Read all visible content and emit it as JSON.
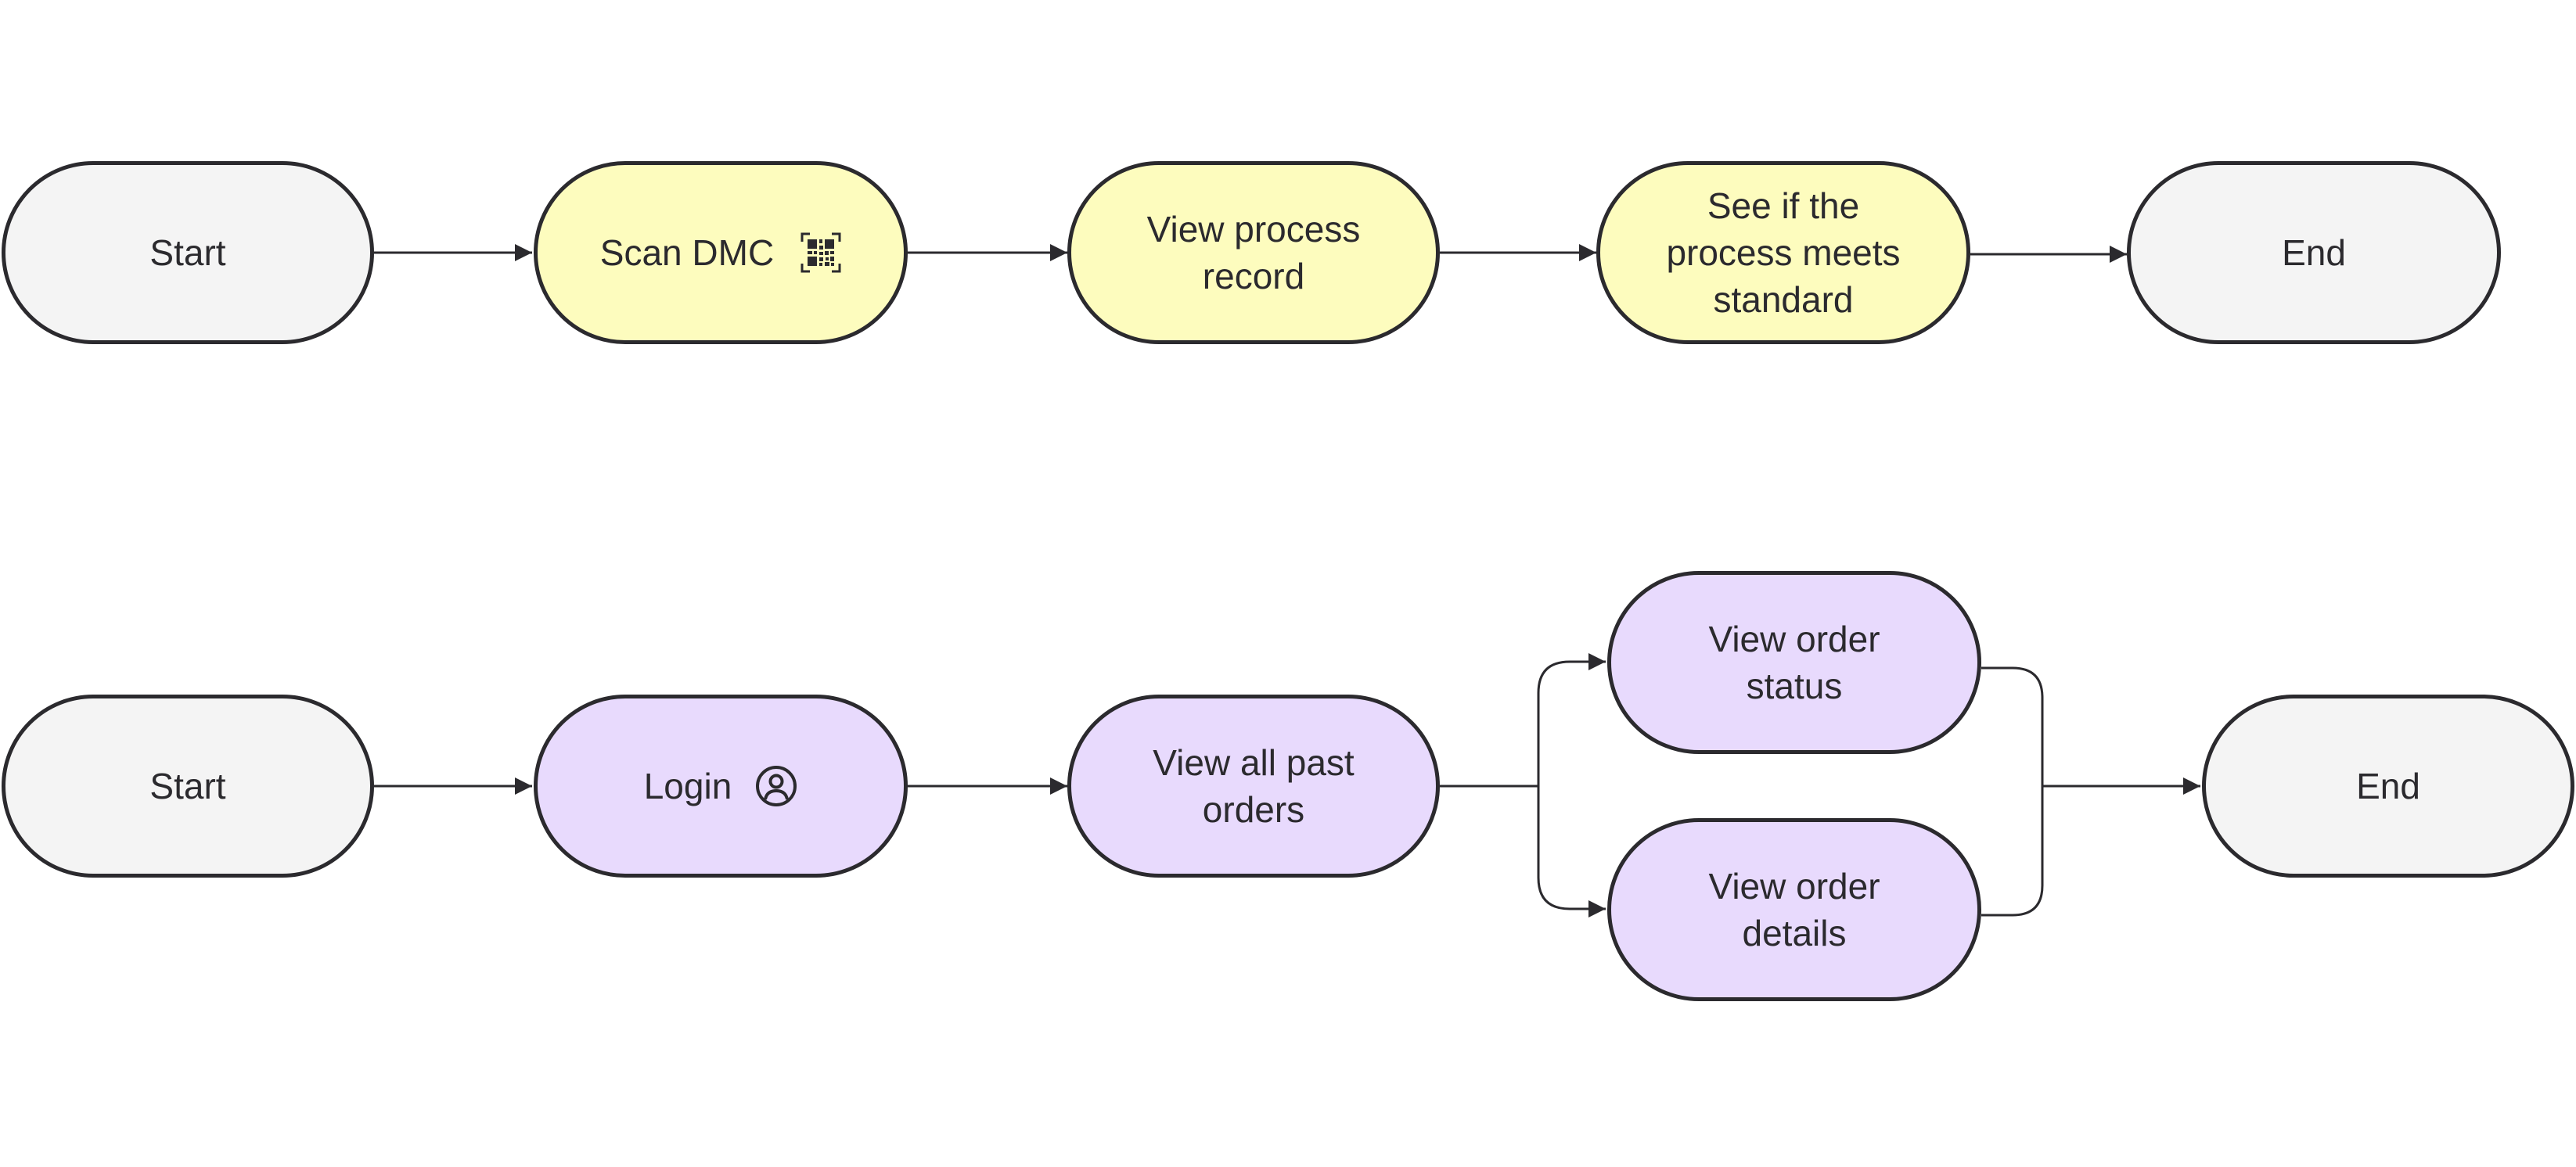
{
  "flows": [
    {
      "name": "",
      "nodes": [
        {
          "id": "start",
          "label": "Start",
          "kind": "terminal"
        },
        {
          "id": "scan-dmc",
          "label": "Scan DMC",
          "kind": "step",
          "icon": "qr-code-icon"
        },
        {
          "id": "view-process-record",
          "label": "View process\nrecord",
          "kind": "step"
        },
        {
          "id": "check-standard",
          "label": "See if the\nprocess meets\nstandard",
          "kind": "step"
        },
        {
          "id": "end",
          "label": "End",
          "kind": "terminal"
        }
      ]
    },
    {
      "name": "",
      "nodes": [
        {
          "id": "start",
          "label": "Start",
          "kind": "terminal"
        },
        {
          "id": "login",
          "label": "Login",
          "kind": "step",
          "icon": "user-circle-icon"
        },
        {
          "id": "view-past-orders",
          "label": "View all past\norders",
          "kind": "step"
        },
        {
          "id": "view-order-status",
          "label": "View order\nstatus",
          "kind": "step"
        },
        {
          "id": "view-order-details",
          "label": "View order\ndetails",
          "kind": "step"
        },
        {
          "id": "end",
          "label": "End",
          "kind": "terminal"
        }
      ]
    }
  ],
  "colors": {
    "terminal_fill": "#f4f4f4",
    "flow1_step_fill": "#fdfcbe",
    "flow2_step_fill": "#e8dafd",
    "stroke": "#2b2a2e",
    "text": "#2b2a2e",
    "background": "#ffffff"
  }
}
